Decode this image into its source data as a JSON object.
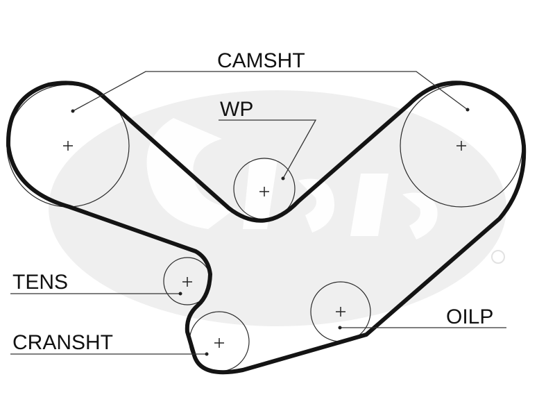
{
  "labels": {
    "camshaft": "CAMSHT",
    "water_pump": "WP",
    "tensioner": "TENS",
    "crankshaft": "CRANSHT",
    "oil_pump": "OILP"
  },
  "colors": {
    "belt": "#141414",
    "pulley": "#2a2a2a",
    "leader": "#333333",
    "watermark": "#e9e9e9",
    "background": "#ffffff"
  }
}
